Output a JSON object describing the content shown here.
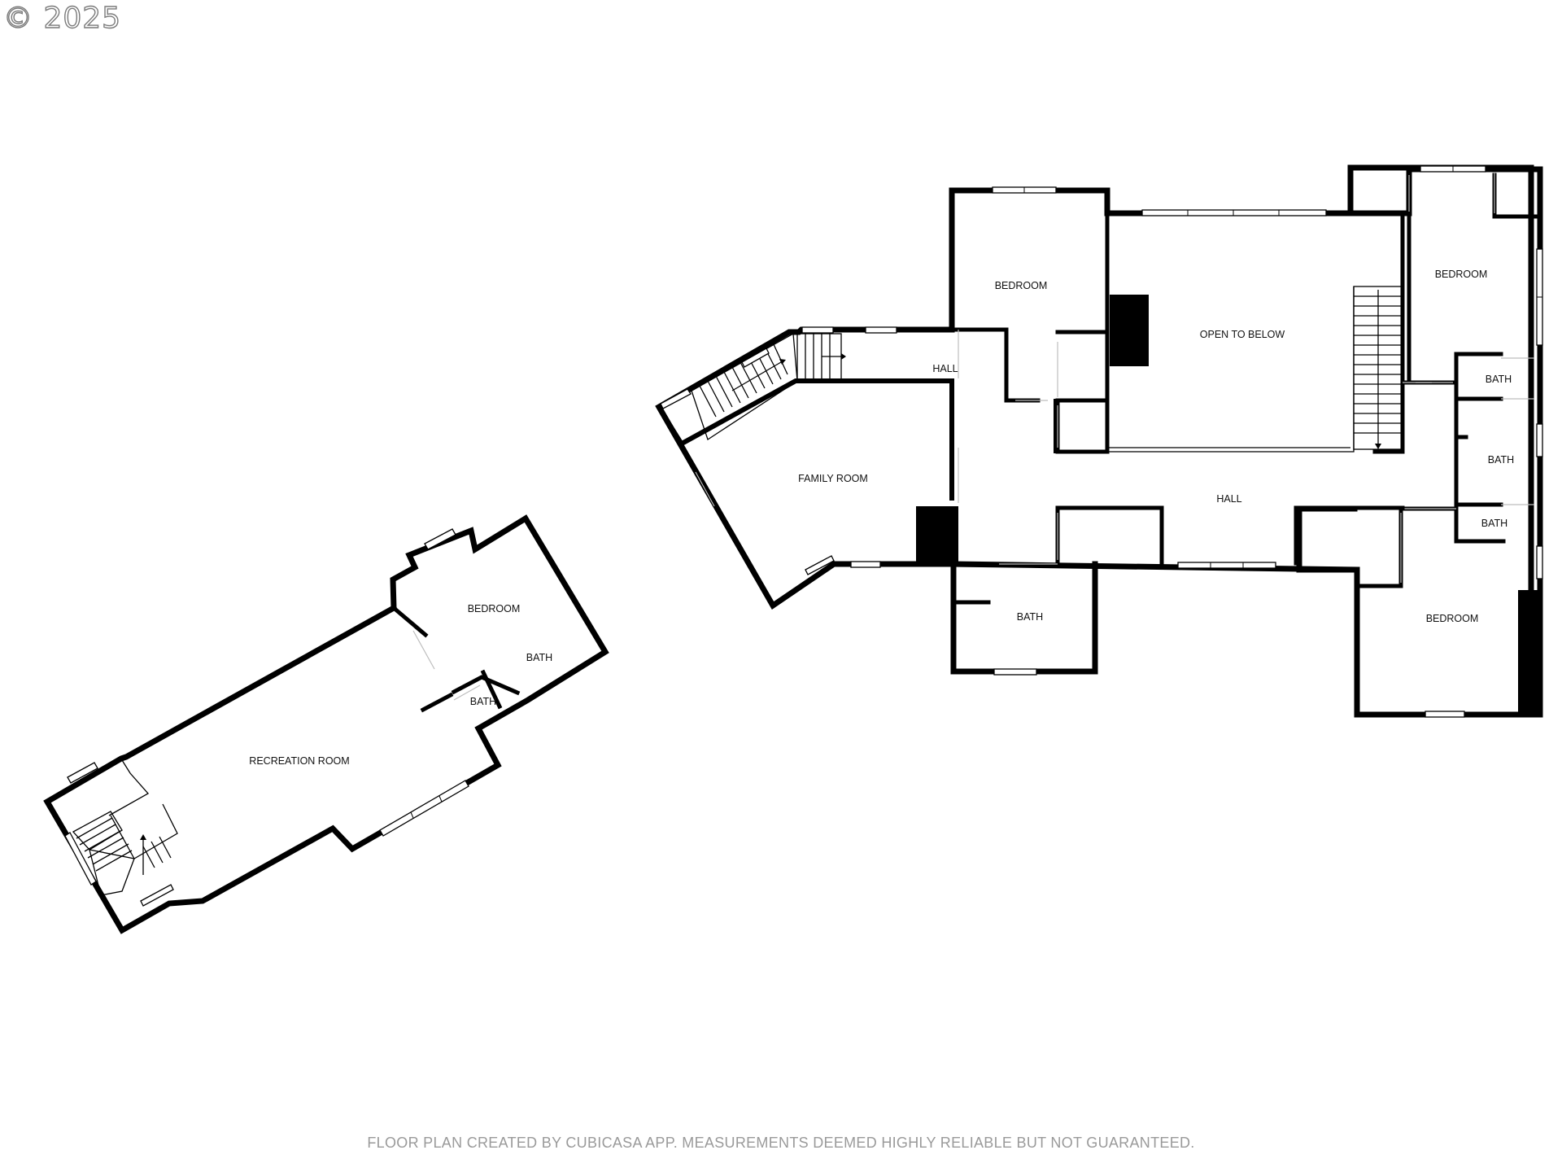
{
  "watermark": "© 2025",
  "footer": "FLOOR PLAN CREATED BY CUBICASA APP. MEASUREMENTS DEEMED HIGHLY RELIABLE BUT NOT GUARANTEED.",
  "upper_floor": {
    "rooms": {
      "bedroom_nw": "BEDROOM",
      "open_to_below": "OPEN TO BELOW",
      "bedroom_ne": "BEDROOM",
      "hall_north": "HALL",
      "family_room": "FAMILY ROOM",
      "hall_center": "HALL",
      "bath_ne_1": "BATH",
      "bath_ne_2": "BATH",
      "bath_ne_3": "BATH",
      "bath_south": "BATH",
      "bedroom_se": "BEDROOM"
    }
  },
  "lower_floor": {
    "rooms": {
      "bedroom": "BEDROOM",
      "bath_1": "BATH",
      "bath_2": "BATH",
      "recreation_room": "RECREATION ROOM"
    }
  }
}
